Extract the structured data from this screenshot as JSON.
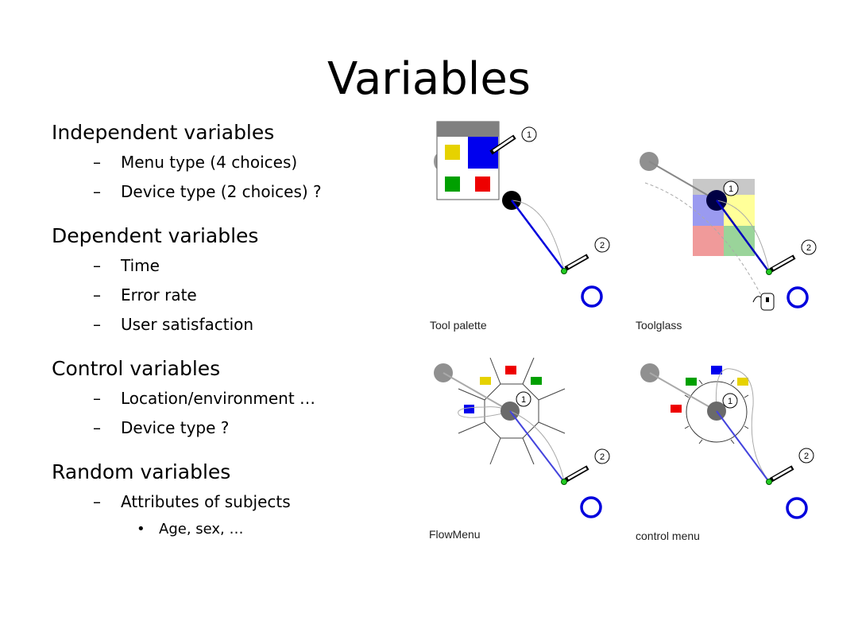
{
  "slide": {
    "title": "Variables",
    "sections": [
      {
        "heading": "Independent variables",
        "items": [
          {
            "text": "Menu type (4 choices)",
            "marker": "–"
          },
          {
            "text": "Device type (2 choices) ?",
            "marker": "–"
          }
        ]
      },
      {
        "heading": "Dependent variables",
        "items": [
          {
            "text": "Time",
            "marker": "–"
          },
          {
            "text": "Error rate",
            "marker": "–"
          },
          {
            "text": "User satisfaction",
            "marker": "–"
          }
        ]
      },
      {
        "heading": "Control variables",
        "items": [
          {
            "text": "Location/environment …",
            "marker": "–"
          },
          {
            "text": "Device type ?",
            "marker": "–"
          }
        ]
      },
      {
        "heading": "Random variables",
        "items": [
          {
            "text": "Attributes of subjects",
            "marker": "–",
            "subitems": [
              {
                "text": "Age, sex, …",
                "marker": "•"
              }
            ]
          }
        ]
      }
    ]
  },
  "figures": {
    "step_labels": [
      "1",
      "2"
    ],
    "panels": [
      {
        "label": "Tool palette",
        "colors": [
          "#e6d200",
          "#0000ee",
          "#00a000",
          "#ee0000"
        ]
      },
      {
        "label": "Toolglass",
        "colors": [
          "#c8c8c8",
          "#9a9af0",
          "#ffff99",
          "#f09a9a",
          "#9ad49a"
        ]
      },
      {
        "label": "FlowMenu",
        "colors": [
          "#e6d200",
          "#ee0000",
          "#00a000",
          "#0000ee"
        ]
      },
      {
        "label": "control menu",
        "colors": [
          "#00a000",
          "#0000ee",
          "#e6d200",
          "#ee0000"
        ]
      }
    ],
    "accent_colors": {
      "stroke": "#0000dd",
      "cursor": "#22cc22",
      "handle": "#909090"
    }
  }
}
